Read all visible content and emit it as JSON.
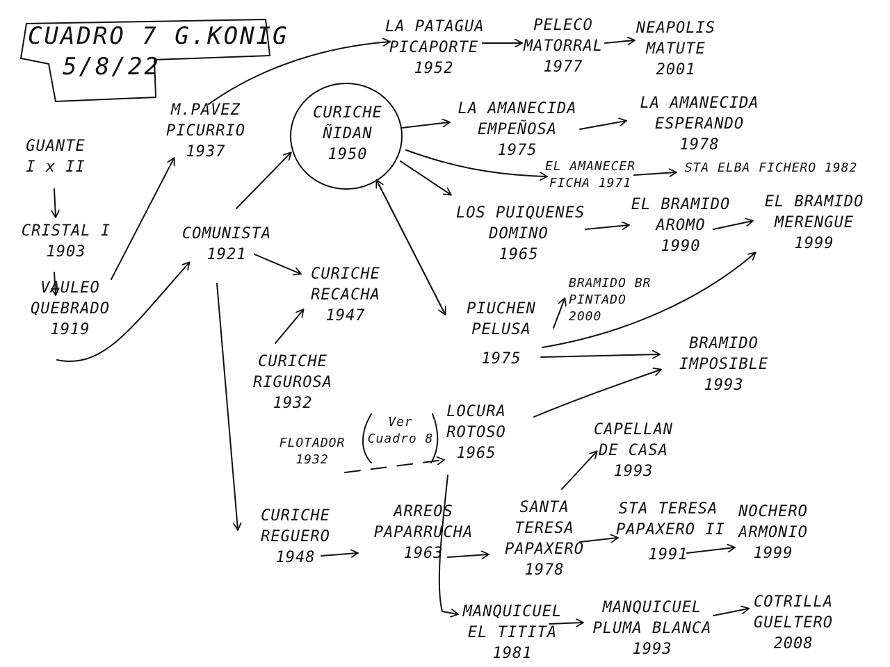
{
  "title": {
    "line1": "CUADRO 7 G.KONIG",
    "line2": "5/8/22"
  },
  "nodes": {
    "guante": [
      "GUANTE",
      "I x II"
    ],
    "cristal": [
      "CRISTAL I",
      "1903"
    ],
    "vauleo": [
      "VAULEO",
      "QUEBRADO",
      "1919"
    ],
    "mpavez": [
      "M.PAVEZ",
      "PICURRIO",
      "1937"
    ],
    "comunista": [
      "COMUNISTA",
      "1921"
    ],
    "curiche_nidan": [
      "CURICHE",
      "ÑIDAN",
      "1950"
    ],
    "lapatagua": [
      "LA PATAGUA",
      "PICAPORTE",
      "1952"
    ],
    "peleco": [
      "PELECO",
      "MATORRAL",
      "1977"
    ],
    "neapolis": [
      "NEAPOLIS",
      "MATUTE",
      "2001"
    ],
    "laamanecida1": [
      "LA AMANECIDA",
      "EMPEÑOSA",
      "1975"
    ],
    "laamanecida2": [
      "LA AMANECIDA",
      "ESPERANDO",
      "1978"
    ],
    "elamanecer": [
      "EL AMANECER",
      "FICHA 1971"
    ],
    "staelba": [
      "STA ELBA FICHERO 1982"
    ],
    "lospuiquenes": [
      "LOS PUIQUENES",
      "DOMINO",
      "1965"
    ],
    "elbramido_aromo": [
      "EL BRAMIDO",
      "AROMO",
      "1990"
    ],
    "elbramido_merengue": [
      "EL BRAMIDO",
      "MERENGUE",
      "1999"
    ],
    "curiche_recacha": [
      "CURICHE",
      "RECACHA",
      "1947"
    ],
    "curiche_rigurosa": [
      "CURICHE",
      "RIGUROSA",
      "1932"
    ],
    "piuchen": [
      "PIUCHEN",
      "PELUSA",
      "1975"
    ],
    "bramido_pintado": [
      "BRAMIDO BR",
      "PINTADO",
      "2000"
    ],
    "bramido_imposible": [
      "BRAMIDO",
      "IMPOSIBLE",
      "1993"
    ],
    "flotador": [
      "FLOTADOR",
      "1932"
    ],
    "ver_cuadro": [
      "Ver",
      "Cuadro 8"
    ],
    "locura": [
      "LOCURA",
      "ROTOSO",
      "1965"
    ],
    "capellan": [
      "CAPELLAN",
      "DE CASA",
      "1993"
    ],
    "curiche_reguero": [
      "CURICHE",
      "REGUERO",
      "1948"
    ],
    "arreos": [
      "ARREOS",
      "PAPARRUCHA",
      "1963"
    ],
    "santa_teresa": [
      "SANTA",
      "TERESA",
      "PAPAXERO",
      "1978"
    ],
    "sta_teresa2": [
      "STA TERESA",
      "PAPAXERO II",
      "1991"
    ],
    "nochero": [
      "NOCHERO",
      "ARMONIO",
      "1999"
    ],
    "manquicuel1": [
      "MANQUICUEL",
      "EL TITITA",
      "1981"
    ],
    "manquicuel2": [
      "MANQUICUEL",
      "PLUMA BLANCA",
      "1993"
    ],
    "cotrilla": [
      "COTRILLA",
      "GUELTERO",
      "2008"
    ]
  }
}
